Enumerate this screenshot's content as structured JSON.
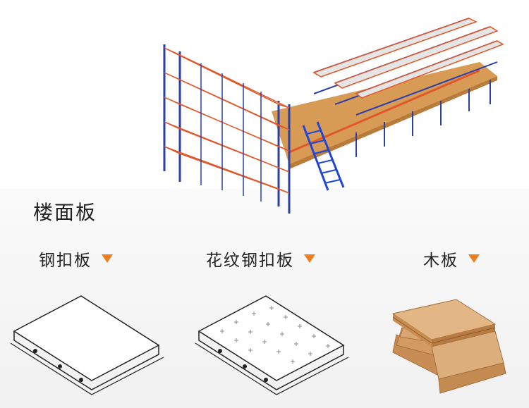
{
  "section_title": "楼面板",
  "products": [
    {
      "label": "钢扣板",
      "icon": "steel-deck-panel"
    },
    {
      "label": "花纹钢扣板",
      "icon": "patterned-steel-deck-panel"
    },
    {
      "label": "木板",
      "icon": "plywood-board-stack"
    }
  ],
  "colors": {
    "accent": "#ee7d1f",
    "rack_blue": "#2b3fa8",
    "beam_orange": "#e0572a",
    "floor_wood": "#d89b56"
  }
}
